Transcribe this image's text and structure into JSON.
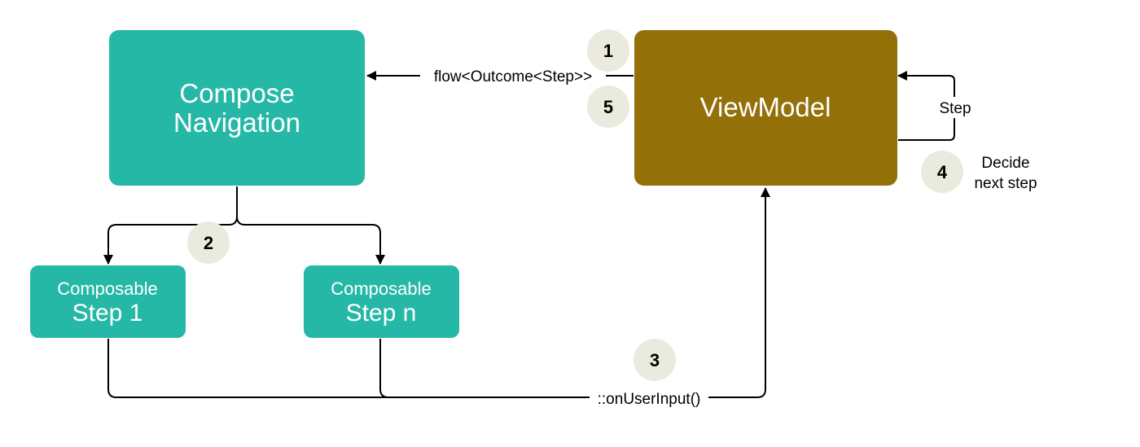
{
  "colors": {
    "teal": "#26b8a6",
    "olive": "#937008",
    "badge": "#ebeadf",
    "line": "#000000"
  },
  "boxes": {
    "compose_navigation": {
      "line1": "Compose",
      "line2": "Navigation"
    },
    "view_model": {
      "label": "ViewModel"
    },
    "step_1": {
      "line1": "Composable",
      "line2": "Step 1"
    },
    "step_n": {
      "line1": "Composable",
      "line2": "Step n"
    }
  },
  "edges": {
    "flow_label": "flow<Outcome<Step>>",
    "step_loop_label": "Step",
    "user_input_label": "::onUserInput()"
  },
  "badges": {
    "b1": "1",
    "b2": "2",
    "b3": "3",
    "b4": "4",
    "b5": "5"
  },
  "notes": {
    "decide_line1": "Decide",
    "decide_line2": "next step"
  }
}
